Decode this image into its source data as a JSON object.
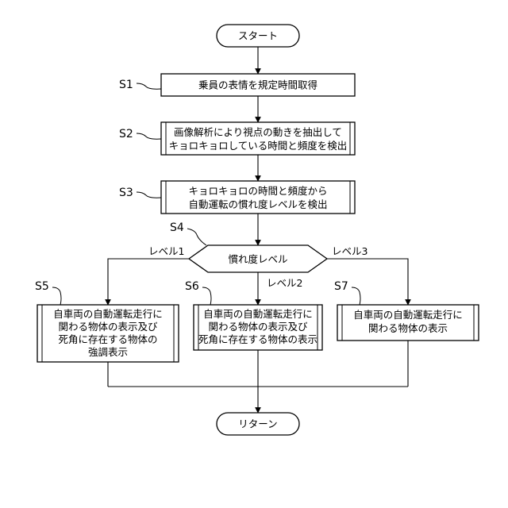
{
  "nodes": {
    "start": "スタート",
    "s1": [
      "乗員の表情を規定時間取得"
    ],
    "s2": [
      "画像解析により視点の動きを抽出して",
      "キョロキョロしている時間と頻度を検出"
    ],
    "s3": [
      "キョロキョロの時間と頻度から",
      "自動運転の慣れ度レベルを検出"
    ],
    "decision": "慣れ度レベル",
    "s5": [
      "自車両の自動運転走行に",
      "関わる物体の表示及び",
      "死角に存在する物体の",
      "強調表示"
    ],
    "s6": [
      "自車両の自動運転走行に",
      "関わる物体の表示及び",
      "死角に存在する物体の表示"
    ],
    "s7": [
      "自車両の自動運転走行に",
      "関わる物体の表示"
    ],
    "end": "リターン"
  },
  "step_labels": {
    "s1": "S1",
    "s2": "S2",
    "s3": "S3",
    "s4": "S4",
    "s5": "S5",
    "s6": "S6",
    "s7": "S7"
  },
  "branch_labels": {
    "level1": "レベル1",
    "level2": "レベル2",
    "level3": "レベル3"
  }
}
